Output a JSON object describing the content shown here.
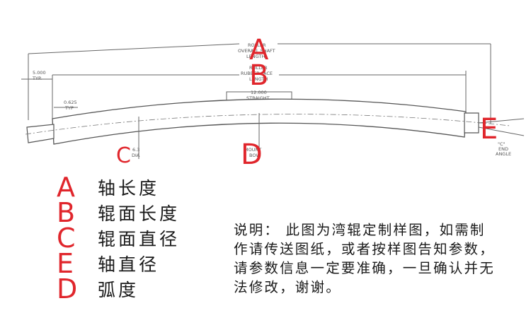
{
  "diagram": {
    "labels": {
      "A": "A",
      "B": "B",
      "C": "C",
      "D": "D",
      "E": "E"
    },
    "small_text": {
      "overall_1": "ROLLER",
      "overall_2": "OVERALL SHAFT",
      "overall_3": "LENGTH",
      "rubber_1": "ROLLER",
      "rubber_2": "RUBBER FACE",
      "rubber_3": "LENGTH",
      "typ_5000": "5.000",
      "typ_5000_sub": "TYP.",
      "typ_0625": "0.625",
      "typ_0625_sub": "TYP",
      "straight_value": "12.000",
      "straight_label": "STRAIGHT",
      "dia_value": "6.3",
      "dia_label": "DIA",
      "mount_1": "MOUNT",
      "mount_2": "BOW",
      "end_1": "\"C\"",
      "end_2": "END",
      "end_3": "ANGLE"
    }
  },
  "legend": [
    {
      "letter": "A",
      "text": "轴长度"
    },
    {
      "letter": "B",
      "text": "辊面长度"
    },
    {
      "letter": "C",
      "text": "辊面直径"
    },
    {
      "letter": "E",
      "text": "轴直径"
    },
    {
      "letter": "D",
      "text": "弧度"
    }
  ],
  "note": "说明： 此图为湾辊定制样图，如需制作请传送图纸，或者按样图告知参数，请参数信息一定要准确，一旦确认并无法修改，谢谢。"
}
